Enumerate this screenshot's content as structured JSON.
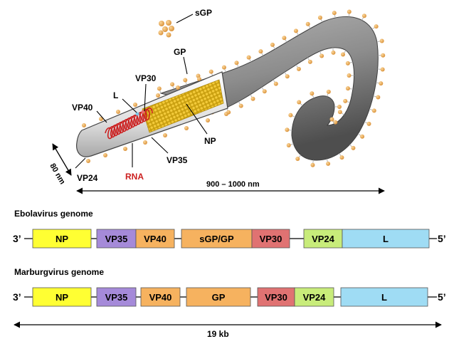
{
  "virion": {
    "labels": {
      "sgp": "sGP",
      "gp": "GP",
      "vp30": "VP30",
      "l": "L",
      "vp40": "VP40",
      "np": "NP",
      "vp35": "VP35",
      "rna": "RNA",
      "vp24": "VP24",
      "width": "80 nm",
      "length": "900 – 1000 nm"
    }
  },
  "genomes": [
    {
      "title": "Ebolavirus genome",
      "end3": "3’",
      "end5": "5’",
      "genes": [
        {
          "label": "NP",
          "color": "#ffff33"
        },
        {
          "label": "VP35",
          "color": "#a58ad9"
        },
        {
          "label": "VP40",
          "color": "#f6b25f"
        },
        {
          "label": "sGP/GP",
          "color": "#f6b25f"
        },
        {
          "label": "VP30",
          "color": "#e07272"
        },
        {
          "label": "VP24",
          "color": "#c8ec7a"
        },
        {
          "label": "L",
          "color": "#9fdcf4"
        }
      ]
    },
    {
      "title": "Marburgvirus genome",
      "end3": "3’",
      "end5": "5’",
      "genes": [
        {
          "label": "NP",
          "color": "#ffff33"
        },
        {
          "label": "VP35",
          "color": "#a58ad9"
        },
        {
          "label": "VP40",
          "color": "#f6b25f"
        },
        {
          "label": "GP",
          "color": "#f6b25f"
        },
        {
          "label": "VP30",
          "color": "#e07272"
        },
        {
          "label": "VP24",
          "color": "#c8ec7a"
        },
        {
          "label": "L",
          "color": "#9fdcf4"
        }
      ]
    }
  ],
  "scale": {
    "label": "19 kb"
  },
  "colors": {
    "rna": "#cc1f1f",
    "gp_spike": "#e5a04c",
    "nucleocapsid": "#e1b21b",
    "envelope": "#8a8a8a"
  }
}
